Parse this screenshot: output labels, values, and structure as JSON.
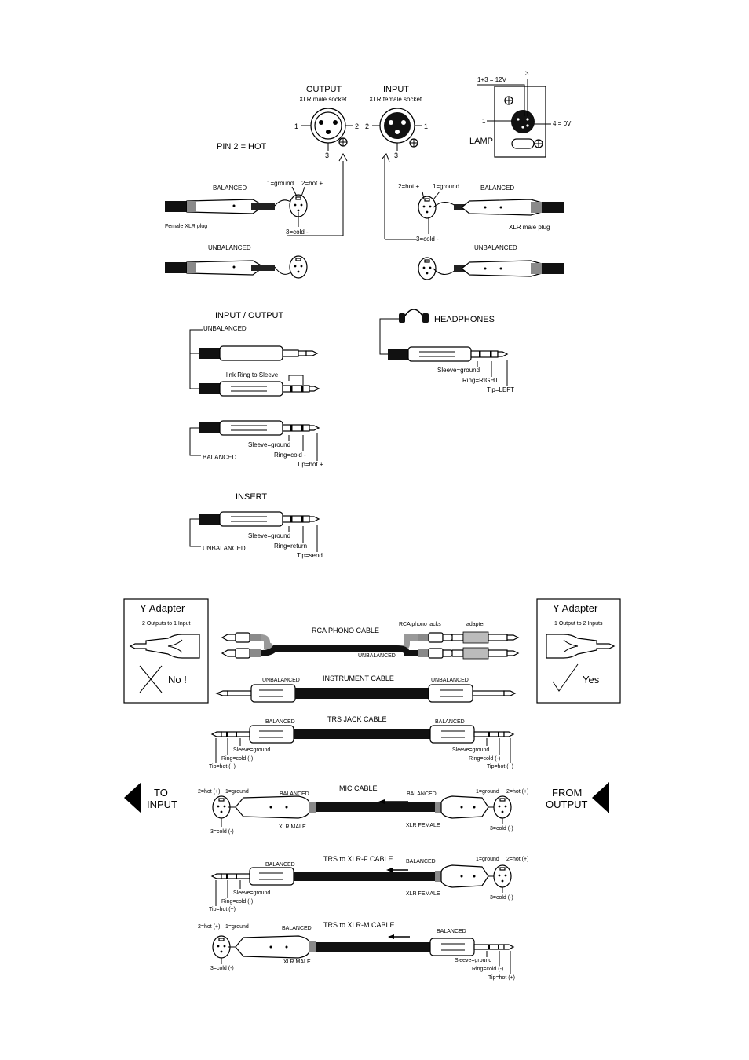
{
  "xlr_panel": {
    "output_title": "OUTPUT",
    "output_sub": "XLR male socket",
    "input_title": "INPUT",
    "input_sub": "XLR female socket",
    "pin1": "1",
    "pin2": "2",
    "pin3": "3",
    "pin2_hot": "PIN 2 = HOT"
  },
  "lamp": {
    "label": "LAMP",
    "pin13": "1+3 = 12V",
    "pin3": "3",
    "pin1": "1",
    "pin4": "4 = 0V"
  },
  "xlr_wiring_left": {
    "balanced": "BALANCED",
    "unbalanced": "UNBALANCED",
    "ground": "1=ground",
    "hot": "2=hot +",
    "cold": "3=cold -",
    "plug": "Female XLR plug"
  },
  "xlr_wiring_right": {
    "balanced": "BALANCED",
    "unbalanced": "UNBALANCED",
    "ground": "1=ground",
    "hot": "2=hot +",
    "cold": "3=cold -",
    "plug": "XLR male plug"
  },
  "io_jacks": {
    "title": "INPUT / OUTPUT",
    "unbalanced": "UNBALANCED",
    "link": "link Ring to Sleeve",
    "balanced": "BALANCED",
    "sleeve": "Sleeve=ground",
    "ring": "Ring=cold -",
    "tip": "Tip=hot +"
  },
  "headphones": {
    "title": "HEADPHONES",
    "sleeve": "Sleeve=ground",
    "ring": "Ring=RIGHT",
    "tip": "Tip=LEFT"
  },
  "insert": {
    "title": "INSERT",
    "unbalanced": "UNBALANCED",
    "sleeve": "Sleeve=ground",
    "ring": "Ring=return",
    "tip": "Tip=send"
  },
  "y_left": {
    "title": "Y-Adapter",
    "sub": "2 Outputs to 1 Input",
    "verdict": "No !"
  },
  "y_right": {
    "title": "Y-Adapter",
    "sub": "1 Output to 2 Inputs",
    "verdict": "Yes"
  },
  "rca": {
    "title": "RCA PHONO CABLE",
    "jacks": "RCA phono jacks",
    "adapter": "adapter",
    "unbalanced": "UNBALANCED"
  },
  "instrument": {
    "title": "INSTRUMENT CABLE",
    "left": "UNBALANCED",
    "right": "UNBALANCED"
  },
  "trs": {
    "title": "TRS JACK CABLE",
    "left": "BALANCED",
    "right": "BALANCED",
    "sleeve": "Sleeve=ground",
    "ring": "Ring=cold (-)",
    "tip": "Tip=hot (+)"
  },
  "nav": {
    "to_line1": "TO",
    "to_line2": "INPUT",
    "from_line1": "FROM",
    "from_line2": "OUTPUT"
  },
  "mic": {
    "title": "MIC CABLE",
    "left": "BALANCED",
    "right": "BALANCED",
    "hot": "2=hot (+)",
    "ground": "1=ground",
    "cold": "3=cold (-)",
    "male": "XLR MALE",
    "female": "XLR FEMALE"
  },
  "trs_xlrf": {
    "title": "TRS to XLR-F CABLE",
    "left": "BALANCED",
    "right": "BALANCED",
    "sleeve": "Sleeve=ground",
    "ring": "Ring=cold (-)",
    "tip": "Tip=hot (+)",
    "ground": "1=ground",
    "hot": "2=hot (+)",
    "cold": "3=cold (-)",
    "female": "XLR FEMALE"
  },
  "trs_xlrm": {
    "title": "TRS to XLR-M CABLE",
    "left": "BALANCED",
    "right": "BALANCED",
    "hot": "2=hot (+)",
    "ground": "1=ground",
    "cold": "3=cold (-)",
    "male": "XLR MALE",
    "sleeve": "Sleeve=ground",
    "ring": "Ring=cold (-)",
    "tip": "Tip=hot (+)"
  }
}
